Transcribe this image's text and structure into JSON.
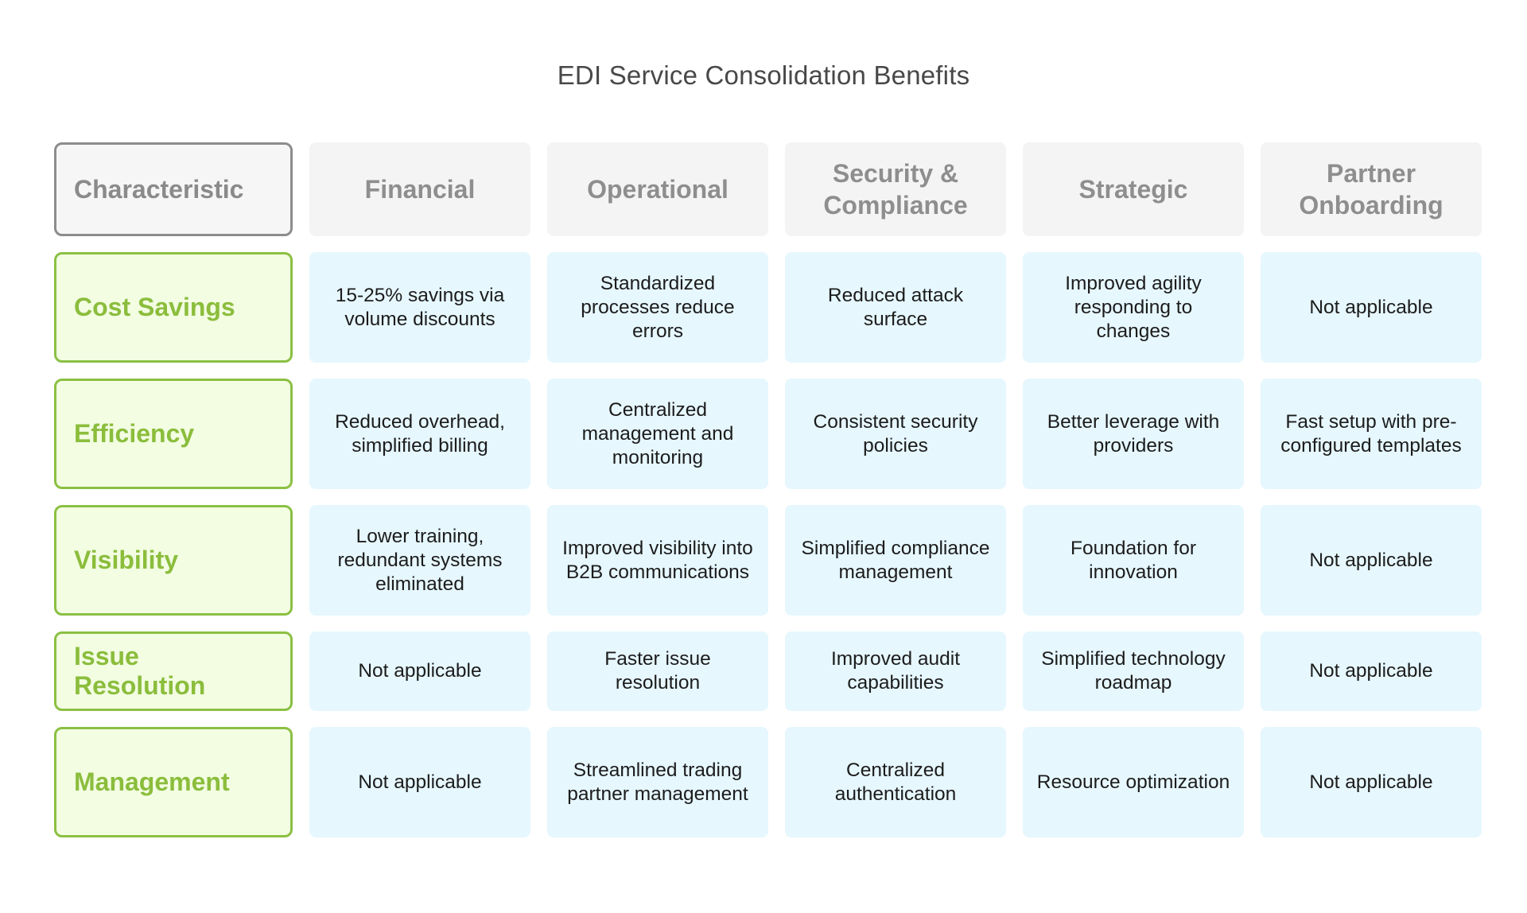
{
  "title": "EDI Service Consolidation Benefits",
  "corner_label": "Characteristic",
  "columns": [
    "Financial",
    "Operational",
    "Security & Compliance",
    "Strategic",
    "Partner Onboarding"
  ],
  "rows": [
    {
      "label": "Cost Savings",
      "cells": [
        "15-25% savings via volume discounts",
        "Standardized processes reduce errors",
        "Reduced attack surface",
        "Improved agility responding to changes",
        "Not applicable"
      ]
    },
    {
      "label": "Efficiency",
      "cells": [
        "Reduced overhead, simplified billing",
        "Centralized management and monitoring",
        "Consistent security policies",
        "Better leverage with providers",
        "Fast setup with pre-configured templates"
      ]
    },
    {
      "label": "Visibility",
      "cells": [
        "Lower training, redundant systems eliminated",
        "Improved visibility into B2B communications",
        "Simplified compliance management",
        "Foundation for innovation",
        "Not applicable"
      ]
    },
    {
      "label": "Issue Resolution",
      "cells": [
        "Not applicable",
        "Faster issue resolution",
        "Improved audit capabilities",
        "Simplified technology roadmap",
        "Not applicable"
      ]
    },
    {
      "label": "Management",
      "cells": [
        "Not applicable",
        "Streamlined trading partner management",
        "Centralized authentication",
        "Resource optimization",
        "Not applicable"
      ]
    }
  ],
  "colors": {
    "row_header_border": "#8bc043",
    "row_header_fill": "#f2fde2",
    "row_header_text": "#8bbd3c",
    "column_header_fill": "#f4f4f4",
    "column_header_text": "#8e8e8e",
    "data_cell_fill": "#e6f7fe",
    "corner_border": "#8c8c8c"
  }
}
